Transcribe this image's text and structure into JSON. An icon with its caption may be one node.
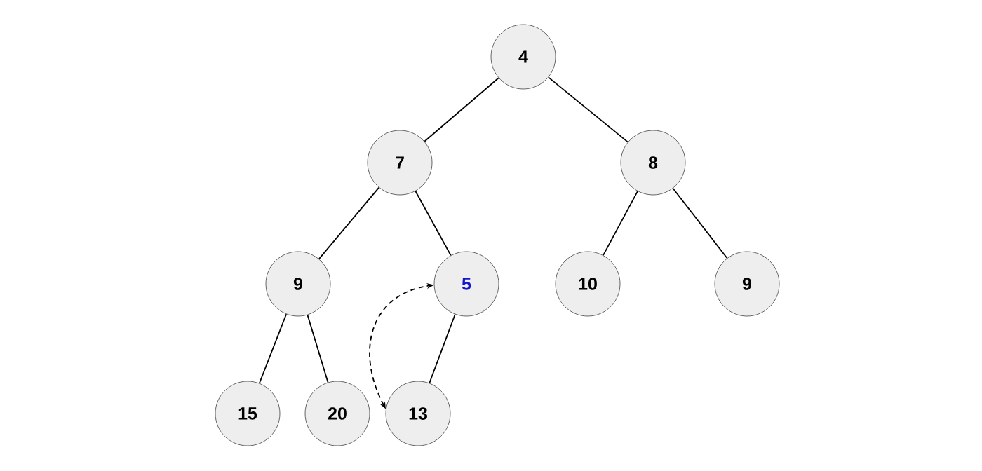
{
  "diagram": {
    "nodes": [
      {
        "text": [
          "4"
        ]
      },
      {
        "text": [
          "7"
        ]
      },
      {
        "text": [
          "8"
        ]
      },
      {
        "text": [
          "9"
        ]
      },
      {
        "text": [
          "5"
        ]
      },
      {
        "text": [
          "10"
        ]
      },
      {
        "text": [
          "9"
        ]
      },
      {
        "text": [
          "15"
        ]
      },
      {
        "text": [
          "20"
        ]
      },
      {
        "text": [
          "13"
        ]
      }
    ],
    "edges": [
      {
        "from": 0,
        "to": 1,
        "arrow": "none"
      },
      {
        "from": 0,
        "to": 2,
        "arrow": "none"
      },
      {
        "from": 1,
        "to": 3,
        "arrow": "none"
      },
      {
        "from": 1,
        "to": 4,
        "arrow": "none"
      },
      {
        "from": 2,
        "to": 5,
        "arrow": "none"
      },
      {
        "from": 2,
        "to": 6,
        "arrow": "none"
      },
      {
        "from": 3,
        "to": 7,
        "arrow": "none"
      },
      {
        "from": 3,
        "to": 8,
        "arrow": "none"
      },
      {
        "from": 4,
        "to": 9,
        "arrow": "none"
      },
      {
        "from": 9,
        "to": 4,
        "arrow": "both",
        "style": "dashed"
      }
    ]
  }
}
